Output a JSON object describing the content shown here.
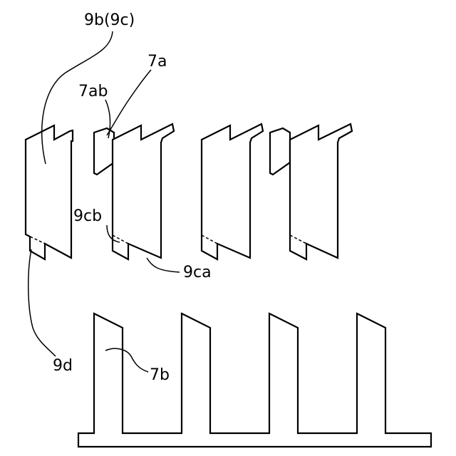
{
  "labels": {
    "l9b": "9b(9c)",
    "l7a": "7a",
    "l7ab": "7ab",
    "l9cb": "9cb",
    "l9ca": "9ca",
    "l9d": "9d",
    "l7b": "7b"
  }
}
